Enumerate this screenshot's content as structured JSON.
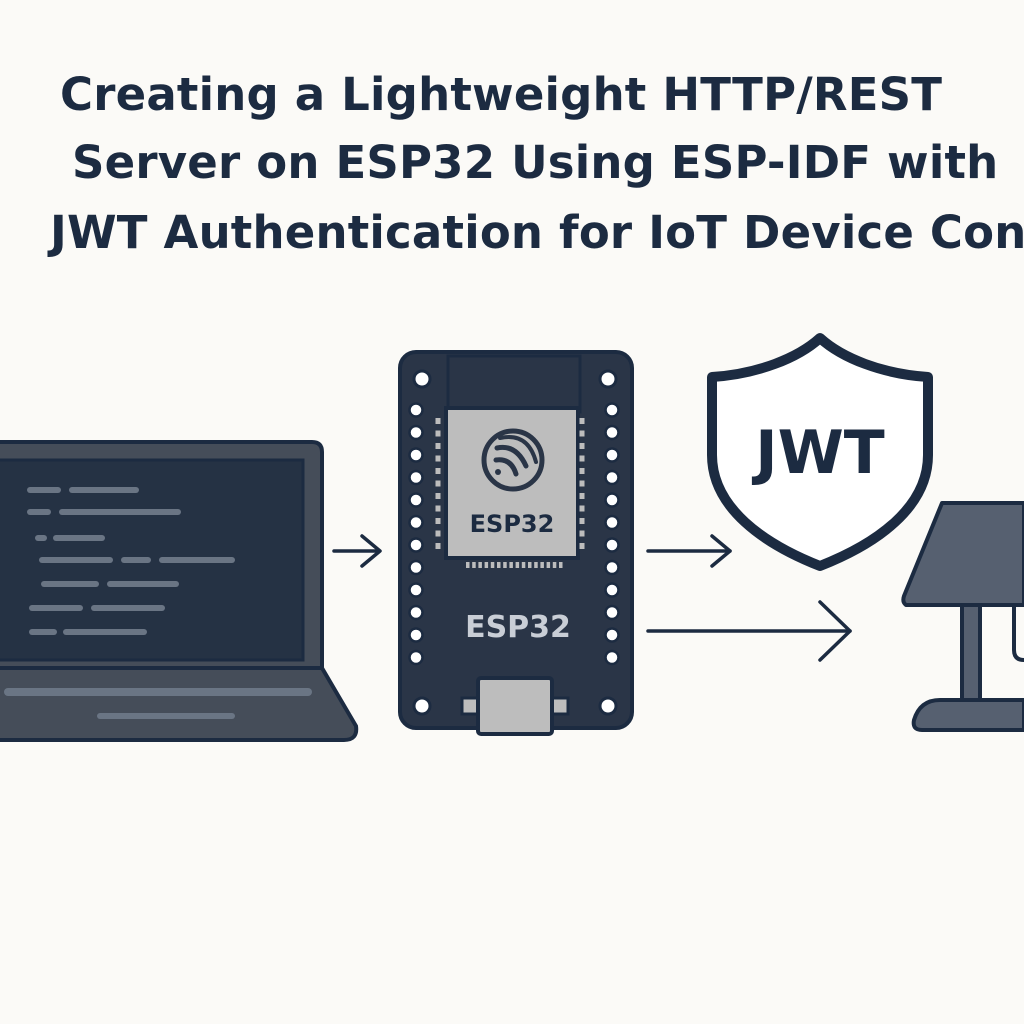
{
  "title": {
    "line1": "Creating a Lightweight HTTP/REST",
    "line2": "Server on ESP32 Using ESP-IDF with",
    "line3": "JWT Authentication for IoT Device Control"
  },
  "board": {
    "module_label": "ESP32",
    "board_label": "ESP32"
  },
  "shield": {
    "label": "JWT"
  },
  "colors": {
    "ink": "#1c2b41",
    "board": "#2a3547",
    "module": "#bdbdbd",
    "laptop_body": "#454d59",
    "laptop_screen": "#253244",
    "code_line": "#6a7584",
    "lamp": "#566070",
    "background": "#fbfaf7"
  },
  "icons": [
    "laptop-icon",
    "esp32-board-icon",
    "espressif-logo-icon",
    "jwt-shield-icon",
    "lamp-icon",
    "arrow-right-icon"
  ]
}
